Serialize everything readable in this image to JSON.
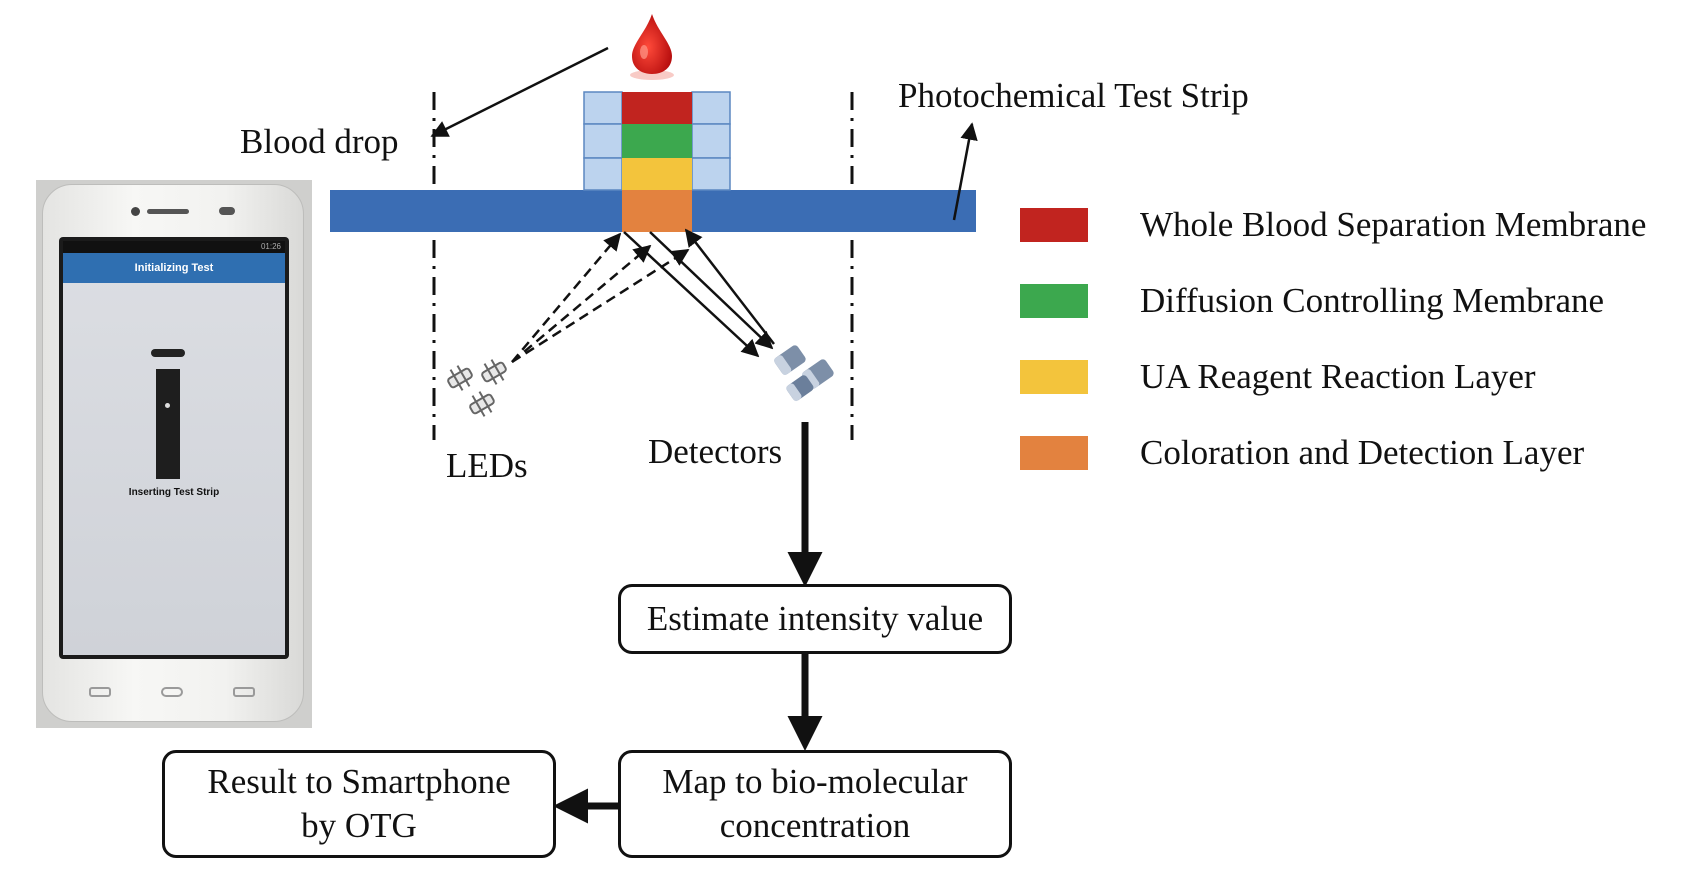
{
  "labels": {
    "blood_drop": "Blood drop",
    "test_strip": "Photochemical Test Strip",
    "leds": "LEDs",
    "detectors": "Detectors"
  },
  "flow": {
    "estimate": "Estimate intensity value",
    "map_line1": "Map to bio-molecular",
    "map_line2": "concentration",
    "result_line1": "Result to Smartphone",
    "result_line2": "by OTG"
  },
  "legend": [
    {
      "label": "Whole Blood Separation Membrane",
      "color": "#c1241f"
    },
    {
      "label": "Diffusion Controlling Membrane",
      "color": "#3ca84e"
    },
    {
      "label": "UA Reagent Reaction Layer",
      "color": "#f3c43c"
    },
    {
      "label": "Coloration and Detection Layer",
      "color": "#e3823f"
    }
  ],
  "colors": {
    "strip": "#3b6db4",
    "layer_side": "#bcd3ee",
    "blood": "#d91c1c"
  },
  "phone": {
    "app_title": "Initializing Test",
    "screen_caption": "Inserting Test Strip",
    "status_time": "01:26"
  }
}
